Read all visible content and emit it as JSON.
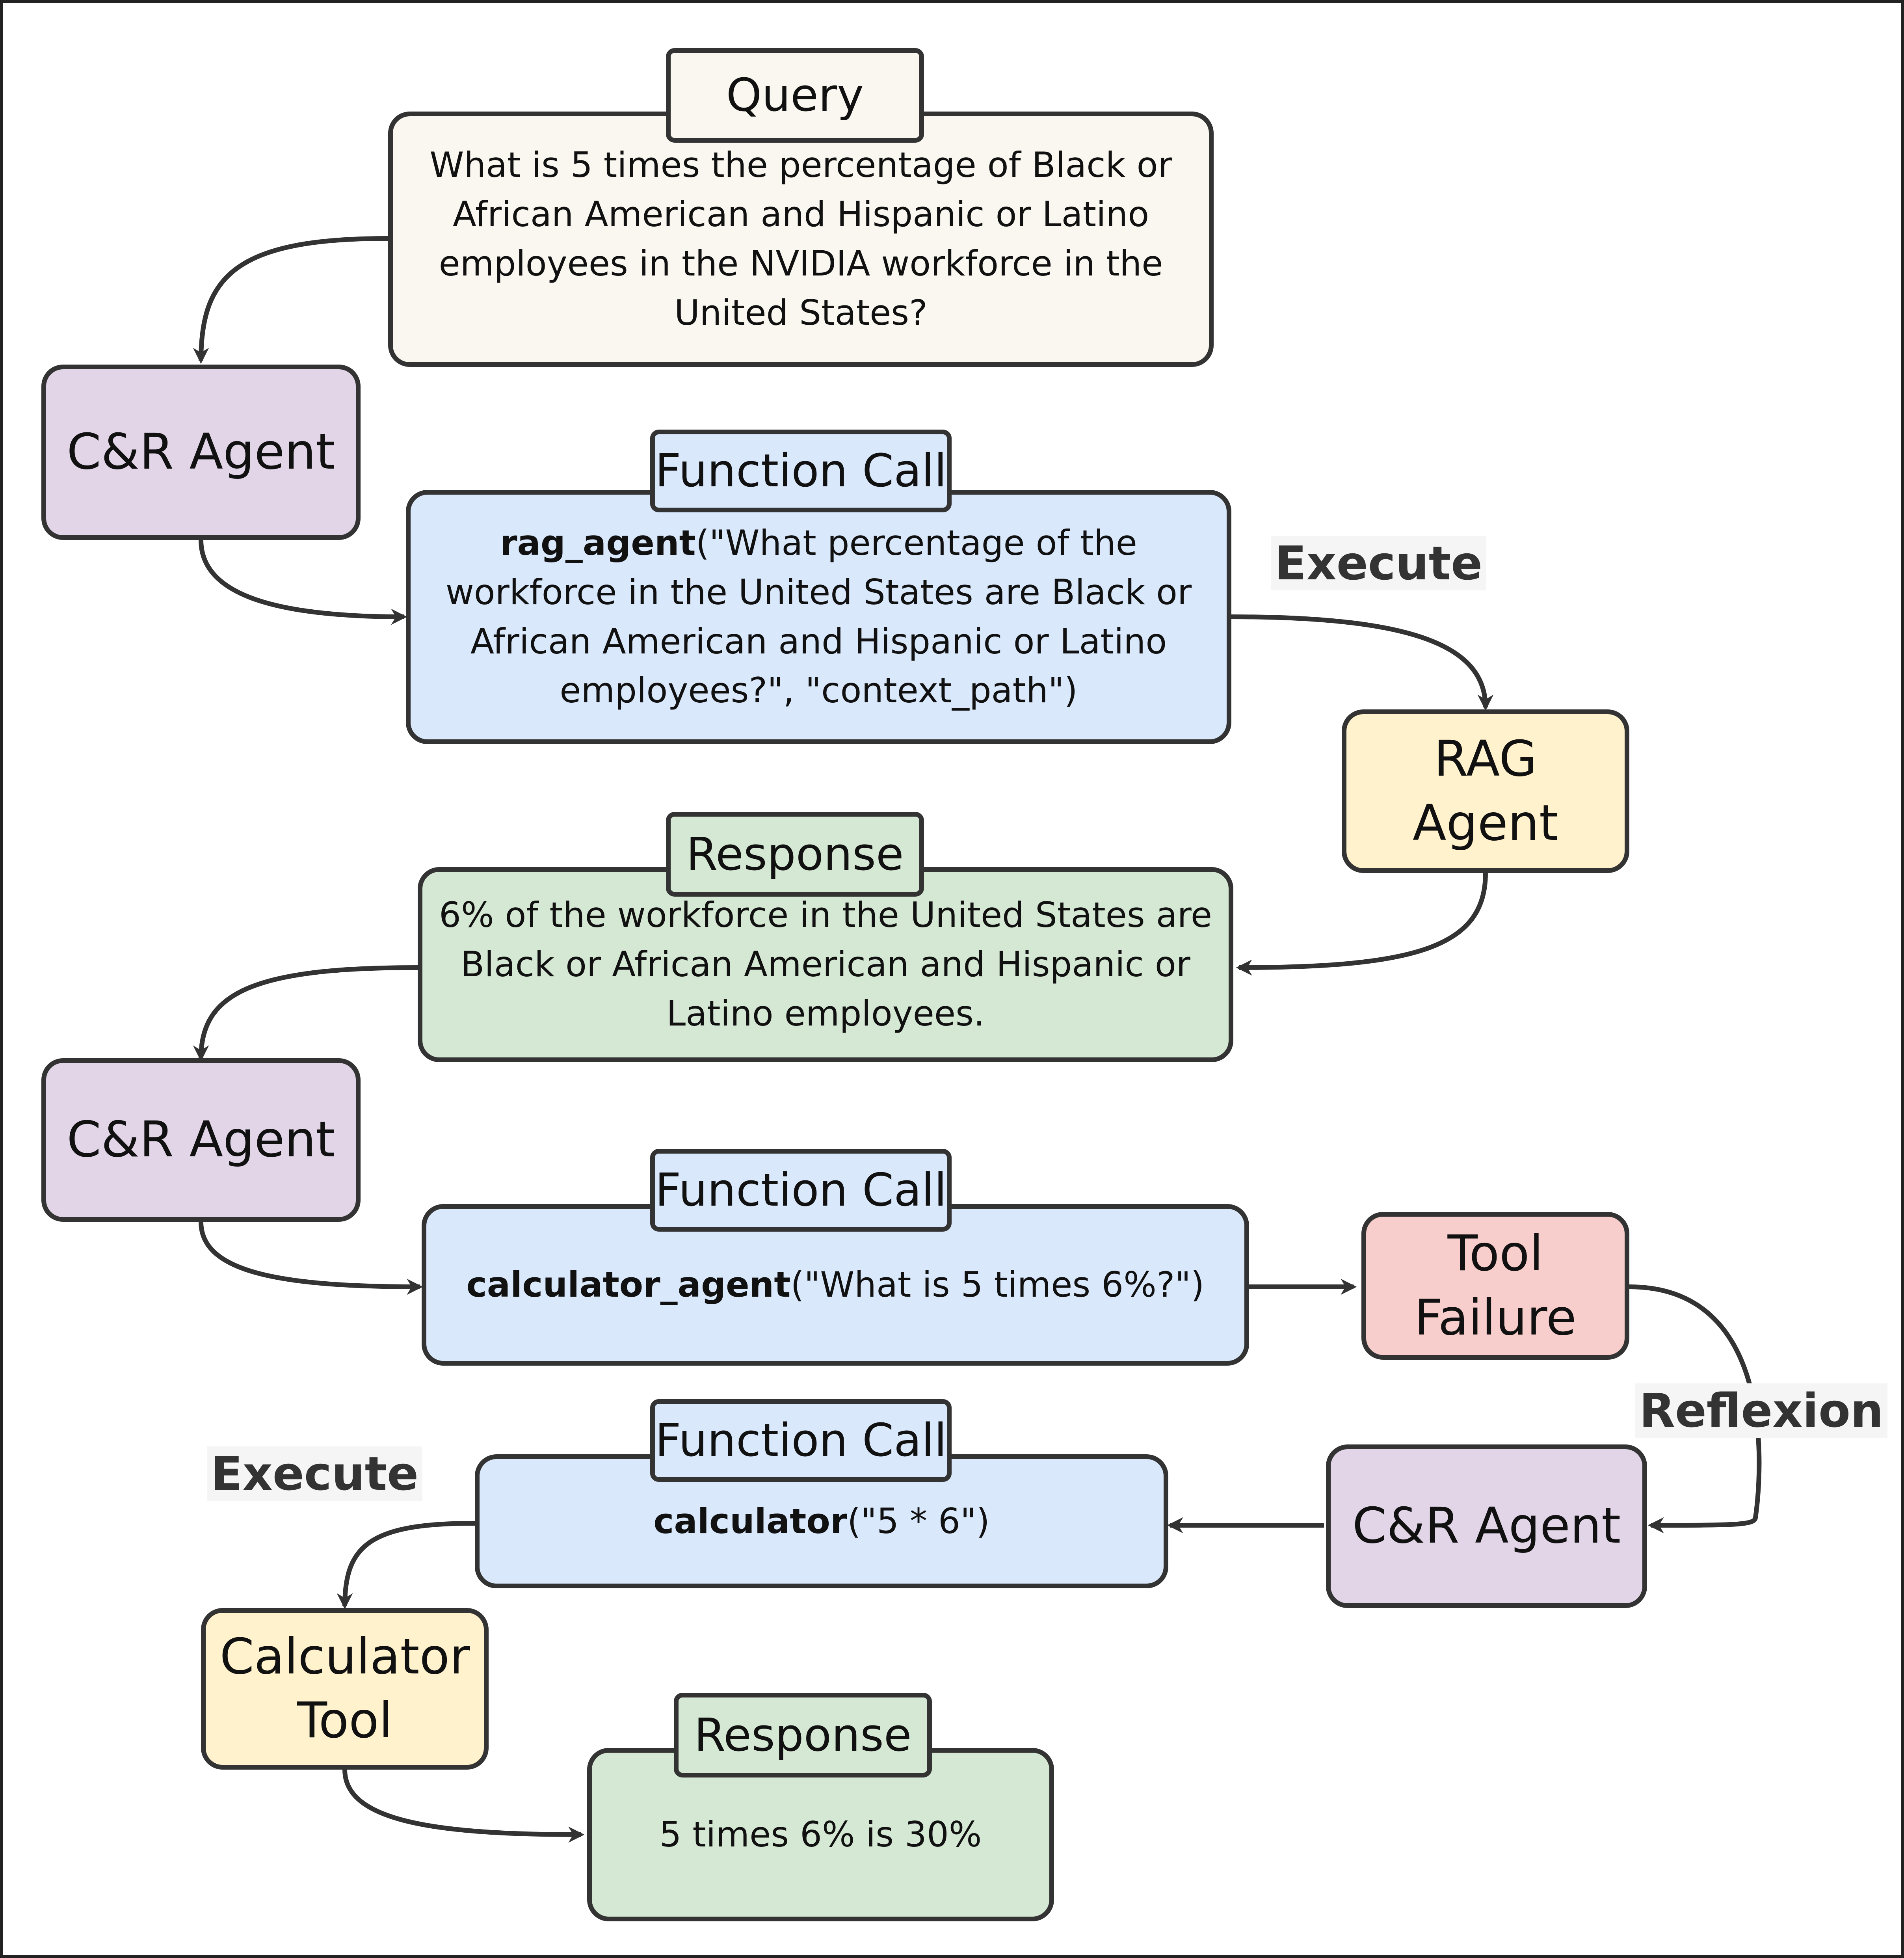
{
  "colors": {
    "query": "#f9f7ef",
    "agent": "#e1d5e7",
    "function_call": "#dae8fc",
    "tool": "#fff2cc",
    "response": "#d5e8d4",
    "failure": "#f8cecc",
    "stroke": "#333333"
  },
  "query": {
    "tab": "Query",
    "text": "What is 5 times the percentage of Black or African American and Hispanic or Latino employees in the NVIDIA workforce in the United States?"
  },
  "cr_agent_1": "C&R Agent",
  "function_call_1": {
    "tab": "Function Call",
    "fn": "rag_agent",
    "args": "(\"What percentage of the workforce in the United States are Black or African American and Hispanic or Latino employees?\", \"context_path\")"
  },
  "execute_label_1": "Execute",
  "rag_agent": "RAG Agent",
  "response_1": {
    "tab": "Response",
    "text": "6% of the workforce in the United States are Black or African American and Hispanic or Latino employees."
  },
  "cr_agent_2": "C&R Agent",
  "function_call_2": {
    "tab": "Function Call",
    "fn": "calculator_agent",
    "args": "(\"What is 5 times 6%?\")"
  },
  "tool_failure": "Tool Failure",
  "reflexion_label": "Reflexion",
  "cr_agent_3": "C&R Agent",
  "function_call_3": {
    "tab": "Function Call",
    "fn": "calculator",
    "args": "(\"5 * 6\")"
  },
  "execute_label_2": "Execute",
  "calculator_tool": "Calculator Tool",
  "response_2": {
    "tab": "Response",
    "text": "5 times 6% is 30%"
  }
}
